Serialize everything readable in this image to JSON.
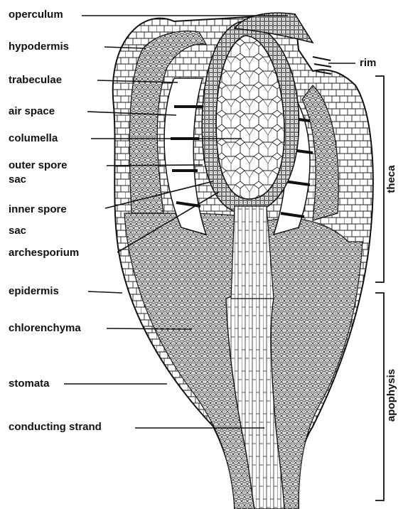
{
  "labels": {
    "operculum": "operculum",
    "hypodermis": "hypodermis",
    "trabeculae": "trabeculae",
    "air_space": "air space",
    "columella": "columella",
    "outer_spore_sac_1": "outer spore",
    "outer_spore_sac_2": "sac",
    "inner_spore_sac_1": "inner spore",
    "inner_spore_sac_2": "sac",
    "archesporium": "archesporium",
    "epidermis": "epidermis",
    "chlorenchyma": "chlorenchyma",
    "stomata": "stomata",
    "conducting_strand": "conducting strand",
    "rim": "rim",
    "theca": "theca",
    "apophysis": "apophysis"
  },
  "colors": {
    "ink": "#111111",
    "paper": "#ffffff",
    "stipple": "#8a8a8a"
  }
}
